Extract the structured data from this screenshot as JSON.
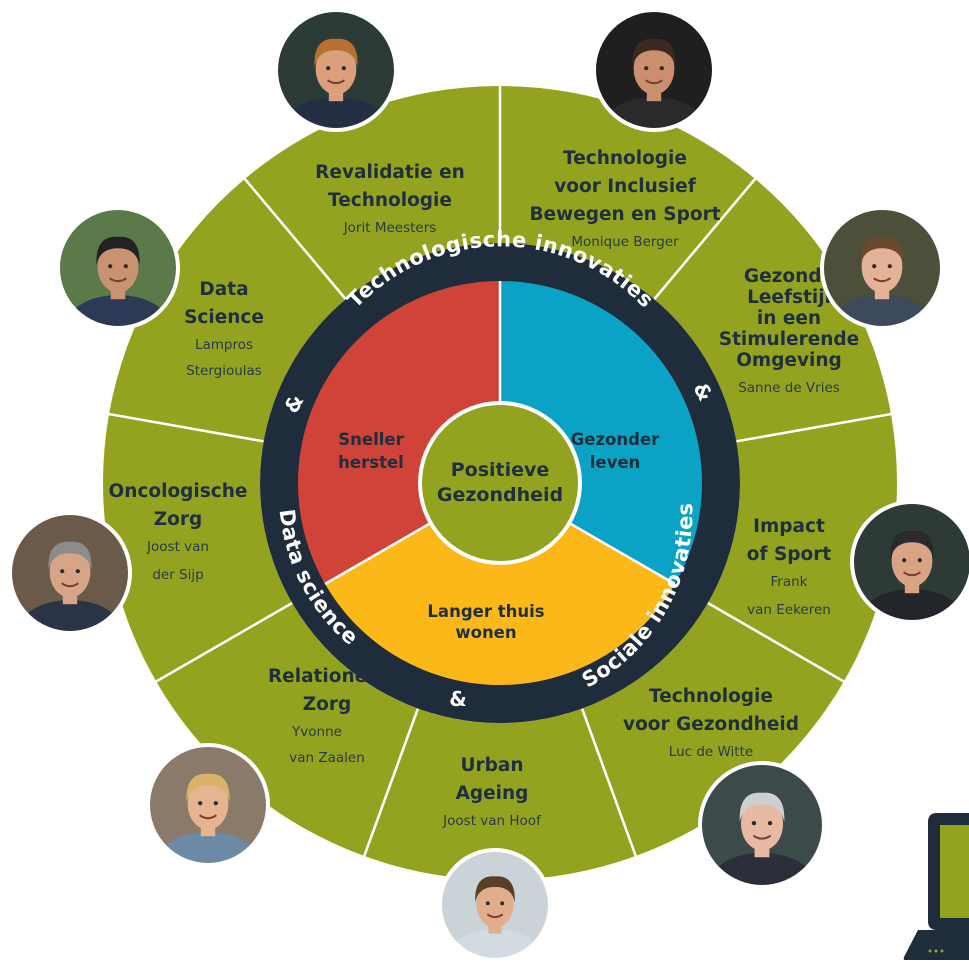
{
  "center": {
    "line1": "Positieve",
    "line2": "Gezondheid"
  },
  "inner_sectors": [
    {
      "line1": "Sneller",
      "line2": "herstel",
      "color": "#cf4339"
    },
    {
      "line1": "Gezonder",
      "line2": "leven",
      "color": "#0ba3c5"
    },
    {
      "line1": "Langer thuis",
      "line2": "wonen",
      "color": "#fbb818"
    }
  ],
  "ring": {
    "technologische": "Technologische innovaties",
    "sociale": "Sociale innovaties",
    "data": "Data science",
    "amp": "&"
  },
  "colors": {
    "outer": "#94a31f",
    "ring": "#1e2c3b",
    "center": "#94a31f",
    "separator": "#ffffff"
  },
  "segments": [
    {
      "title": [
        "Revalidatie en",
        "Technologie"
      ],
      "person": [
        "Jorit Meesters"
      ],
      "icon": "portrait-jorit-meesters"
    },
    {
      "title": [
        "Technologie",
        "voor Inclusief",
        "Bewegen en Sport"
      ],
      "person": [
        "Monique Berger"
      ],
      "icon": "portrait-monique-berger"
    },
    {
      "title": [
        "Gezonde",
        "Leefstijl",
        "in een",
        "Stimulerende",
        "Omgeving"
      ],
      "person": [
        "Sanne de Vries"
      ],
      "icon": "portrait-sanne-de-vries"
    },
    {
      "title": [
        "Impact",
        "of Sport"
      ],
      "person": [
        "Frank",
        "van Eekeren"
      ],
      "icon": "portrait-frank-van-eekeren"
    },
    {
      "title": [
        "Technologie",
        "voor Gezondheid"
      ],
      "person": [
        "Luc de Witte"
      ],
      "icon": "portrait-luc-de-witte"
    },
    {
      "title": [
        "Urban",
        "Ageing"
      ],
      "person": [
        "Joost van Hoof"
      ],
      "icon": "portrait-joost-van-hoof"
    },
    {
      "title": [
        "Relationele",
        "Zorg"
      ],
      "person": [
        "Yvonne",
        "van Zaalen"
      ],
      "icon": "portrait-yvonne-van-zaalen"
    },
    {
      "title": [
        "Oncologische",
        "Zorg"
      ],
      "person": [
        "Joost van",
        "der Sijp"
      ],
      "icon": "portrait-joost-van-der-sijp"
    },
    {
      "title": [
        "Data",
        "Science"
      ],
      "person": [
        "Lampros",
        "Stergioulas"
      ],
      "icon": "portrait-lampros-stergioulas"
    }
  ]
}
